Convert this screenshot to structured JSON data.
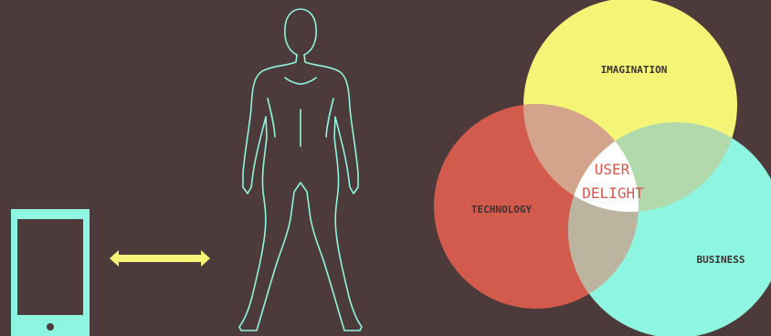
{
  "colors": {
    "background": "#4d3a3a",
    "device": "#8ef5e0",
    "arrow": "#f4f576",
    "figure_outline": "#8ef5e0",
    "imagination": "#f4f576",
    "technology": "#d35b4d",
    "business": "#8ef5e0",
    "overlap_imagination_technology": "#d4a38b",
    "overlap_imagination_business": "#b1d9ab",
    "overlap_technology_business": "#bdb4a0",
    "center": "#ffffff"
  },
  "icons": {
    "device": "smartphone-icon",
    "arrow": "double-arrow-icon",
    "person": "human-figure-icon"
  },
  "venn": {
    "imagination_label": "IMAGINATION",
    "technology_label": "TECHNOLOGY",
    "business_label": "BUSINESS",
    "center_line1": "USER",
    "center_line2": "DELIGHT"
  }
}
